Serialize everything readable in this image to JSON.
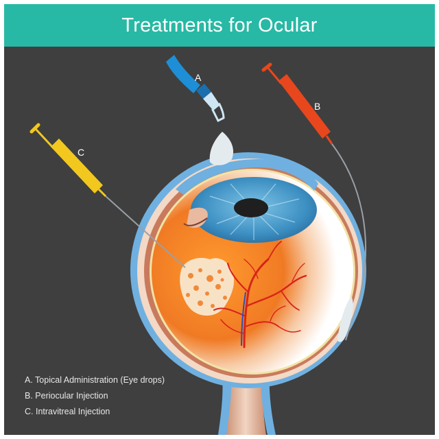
{
  "title": "Treatments for Ocular",
  "labels": {
    "a": "A",
    "b": "B",
    "c": "C"
  },
  "legend": [
    "A. Topical Administration (Eye drops)",
    "B. Periocular Injection",
    "C. Intravitreal Injection"
  ],
  "colors": {
    "header": "#27b9a5",
    "background": "#3f3f3f",
    "dropper": "#1e8fd6",
    "syringe_b": "#e8471d",
    "syringe_c": "#f2c81e",
    "iris": "#4aa3cf",
    "sclera_outer": "#6fb0e0",
    "vessels": "#d8231a"
  }
}
